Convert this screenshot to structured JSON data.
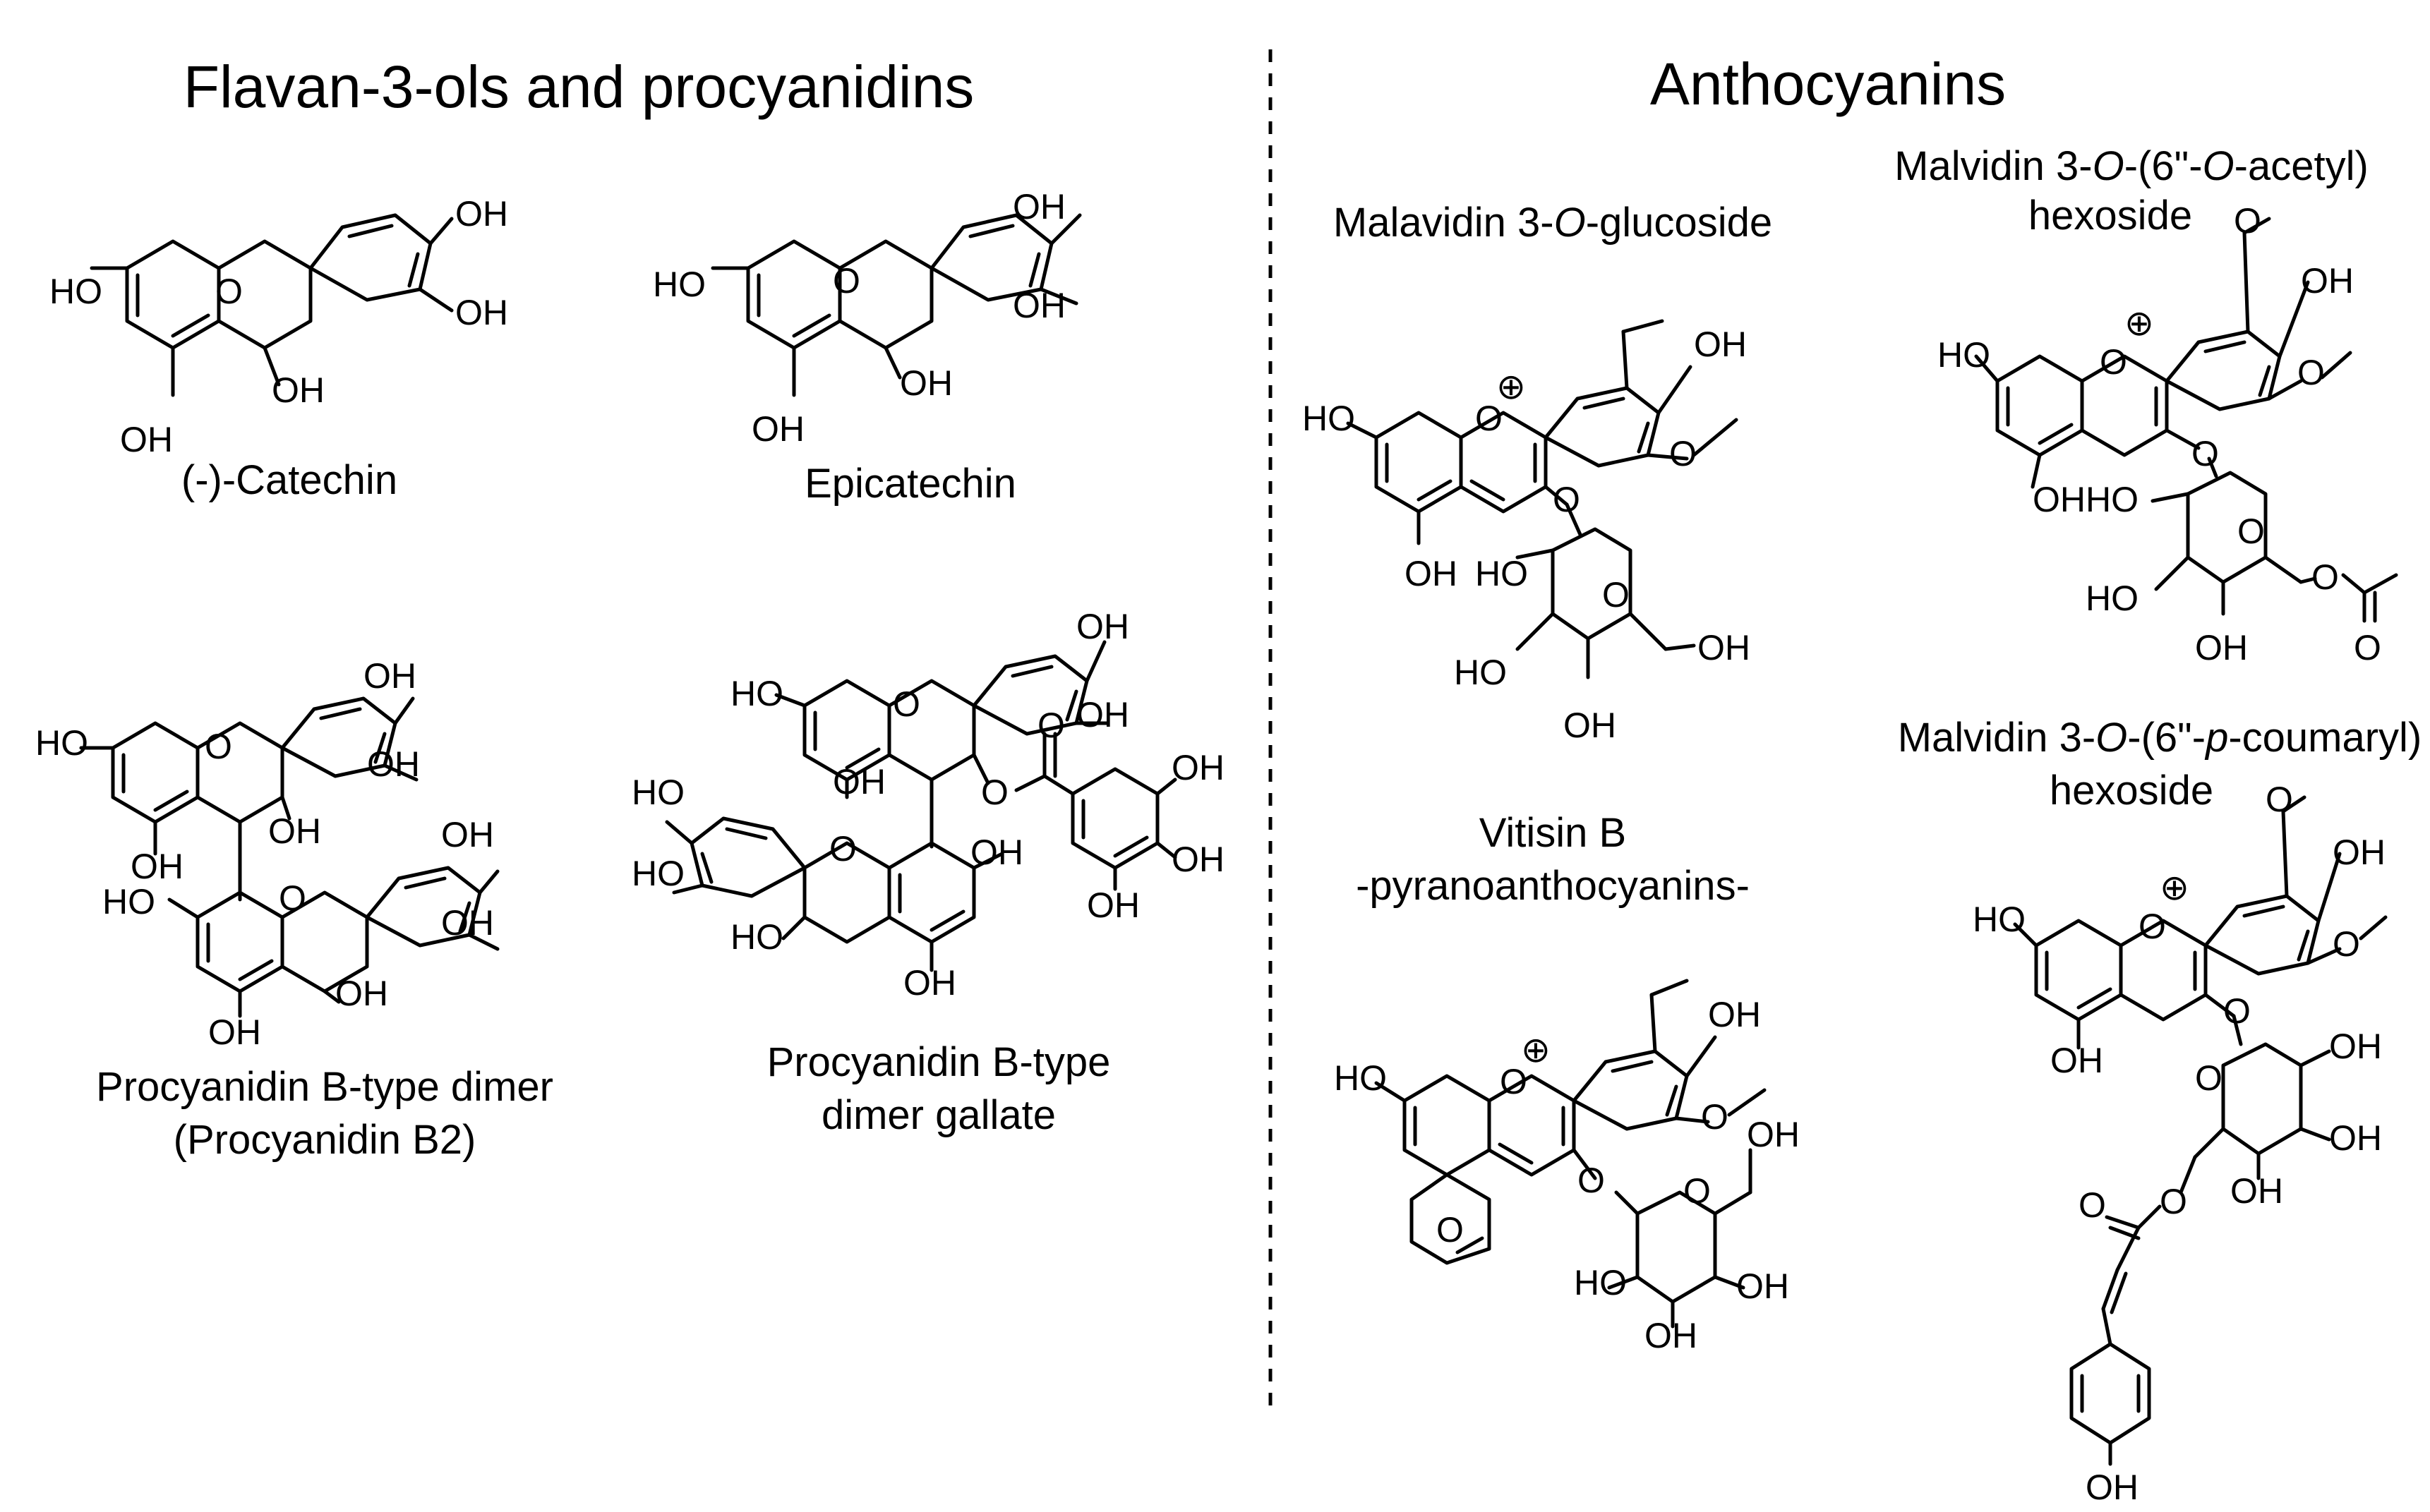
{
  "sections": {
    "left_title": "Flavan-3-ols and procyanidins",
    "right_title": "Anthocyanins"
  },
  "compounds": {
    "catechin": {
      "name": "(-)-Catechin"
    },
    "epicatechin": {
      "name": "Epicatechin"
    },
    "procyanidin_b2": {
      "name_line1": "Procyanidin B-type dimer",
      "name_line2": "(Procyanidin B2)"
    },
    "procyanidin_gallate": {
      "name_line1": "Procyanidin B-type",
      "name_line2": "dimer gallate"
    },
    "malvidin_glucoside": {
      "name_prefix": "Malavidin 3-",
      "name_italic": "O",
      "name_suffix": "-glucoside"
    },
    "malvidin_acetyl": {
      "line1_a": "Malvidin 3-",
      "line1_b": "O",
      "line1_c": "-(6\"-",
      "line1_d": "O",
      "line1_e": "-acetyl)",
      "line2": "hexoside"
    },
    "vitisin_b": {
      "name_line1": "Vitisin B",
      "name_line2": "-pyranoanthocyanins-"
    },
    "malvidin_coumaryl": {
      "line1_a": "Malvidin 3-",
      "line1_b": "O",
      "line1_c": "-(6\"-",
      "line1_d": "p",
      "line1_e": "-coumaryl)",
      "line2": "hexoside"
    }
  },
  "atoms": {
    "oh": "OH",
    "ho": "HO",
    "o": "O",
    "plus": "⊕"
  }
}
